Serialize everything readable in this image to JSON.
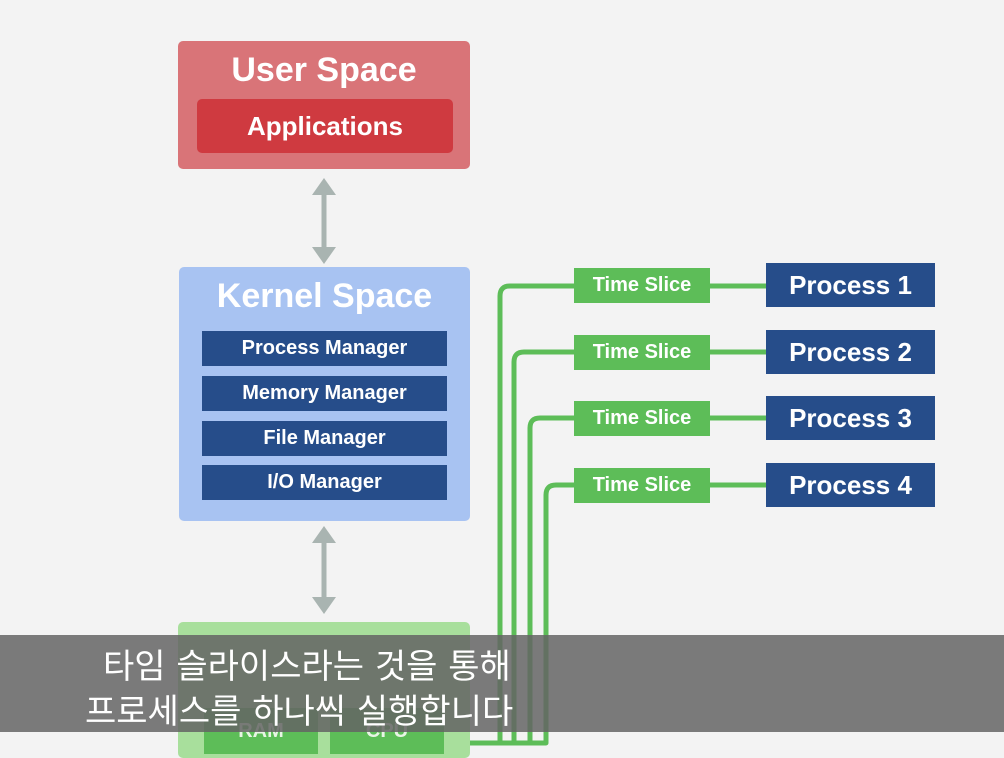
{
  "user_space": {
    "title": "User Space",
    "applications": "Applications"
  },
  "kernel_space": {
    "title": "Kernel Space",
    "managers": [
      "Process Manager",
      "Memory Manager",
      "File Manager",
      "I/O Manager"
    ]
  },
  "hardware": {
    "chips": [
      "RAM",
      "CPU"
    ]
  },
  "time_slices": [
    "Time Slice",
    "Time Slice",
    "Time Slice",
    "Time Slice"
  ],
  "processes": [
    "Process 1",
    "Process 2",
    "Process 3",
    "Process 4"
  ],
  "subtitle": {
    "line1": "타임 슬라이스라는 것을 통해",
    "line2": "프로세스를 하나씩 실행합니다"
  },
  "colors": {
    "user_space": "#d97478",
    "applications": "#cf3a40",
    "kernel_space": "#a8c3f2",
    "manager": "#264d8a",
    "hardware": "#a8df9c",
    "time_slice": "#5dbd58",
    "process": "#264d8a",
    "arrow": "#a9b4b1"
  }
}
